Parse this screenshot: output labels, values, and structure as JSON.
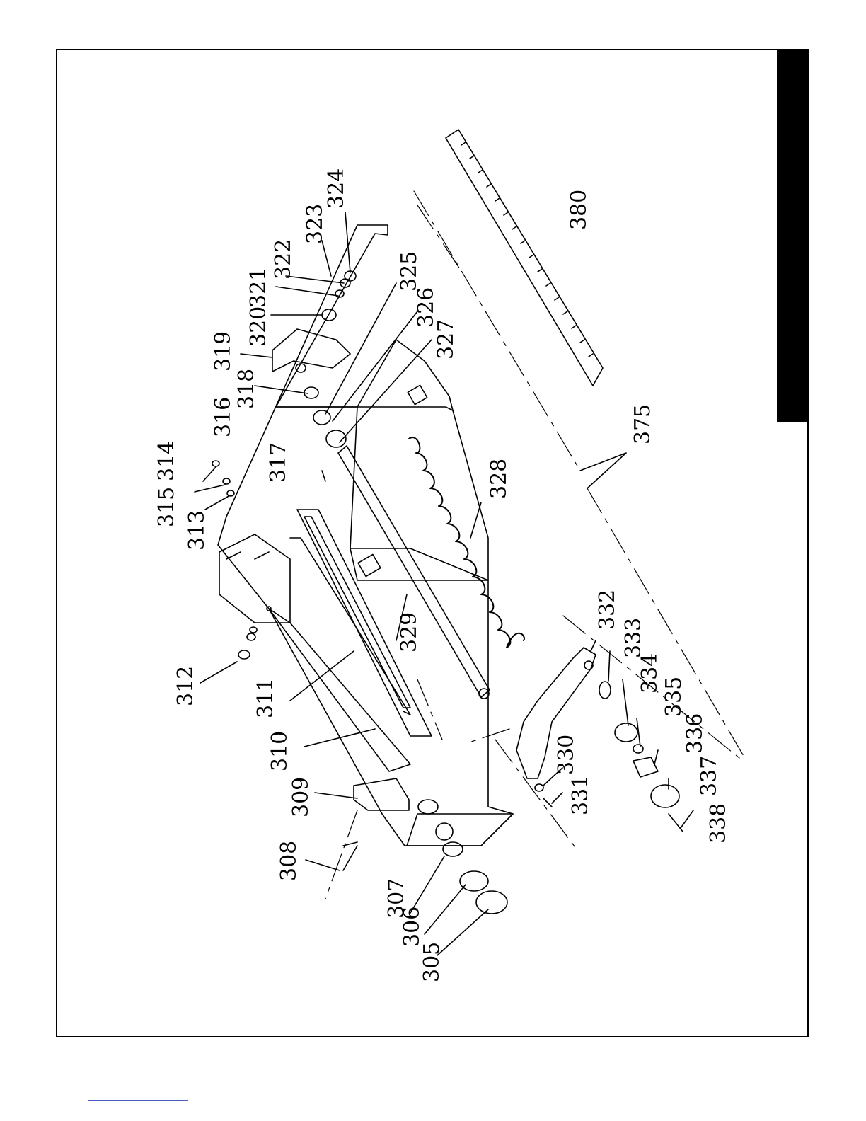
{
  "diagram": {
    "part_labels": [
      "305",
      "306",
      "307",
      "308",
      "309",
      "310",
      "311",
      "312",
      "313",
      "314",
      "315",
      "316",
      "317",
      "318",
      "319",
      "320",
      "321",
      "322",
      "323",
      "324",
      "325",
      "326",
      "327",
      "328",
      "329",
      "330",
      "331",
      "332",
      "333",
      "334",
      "335",
      "336",
      "337",
      "338",
      "375",
      "380"
    ]
  },
  "colors": {
    "ink": "#000000",
    "tab": "#000000",
    "footer_rule": "#4a5fc1"
  }
}
